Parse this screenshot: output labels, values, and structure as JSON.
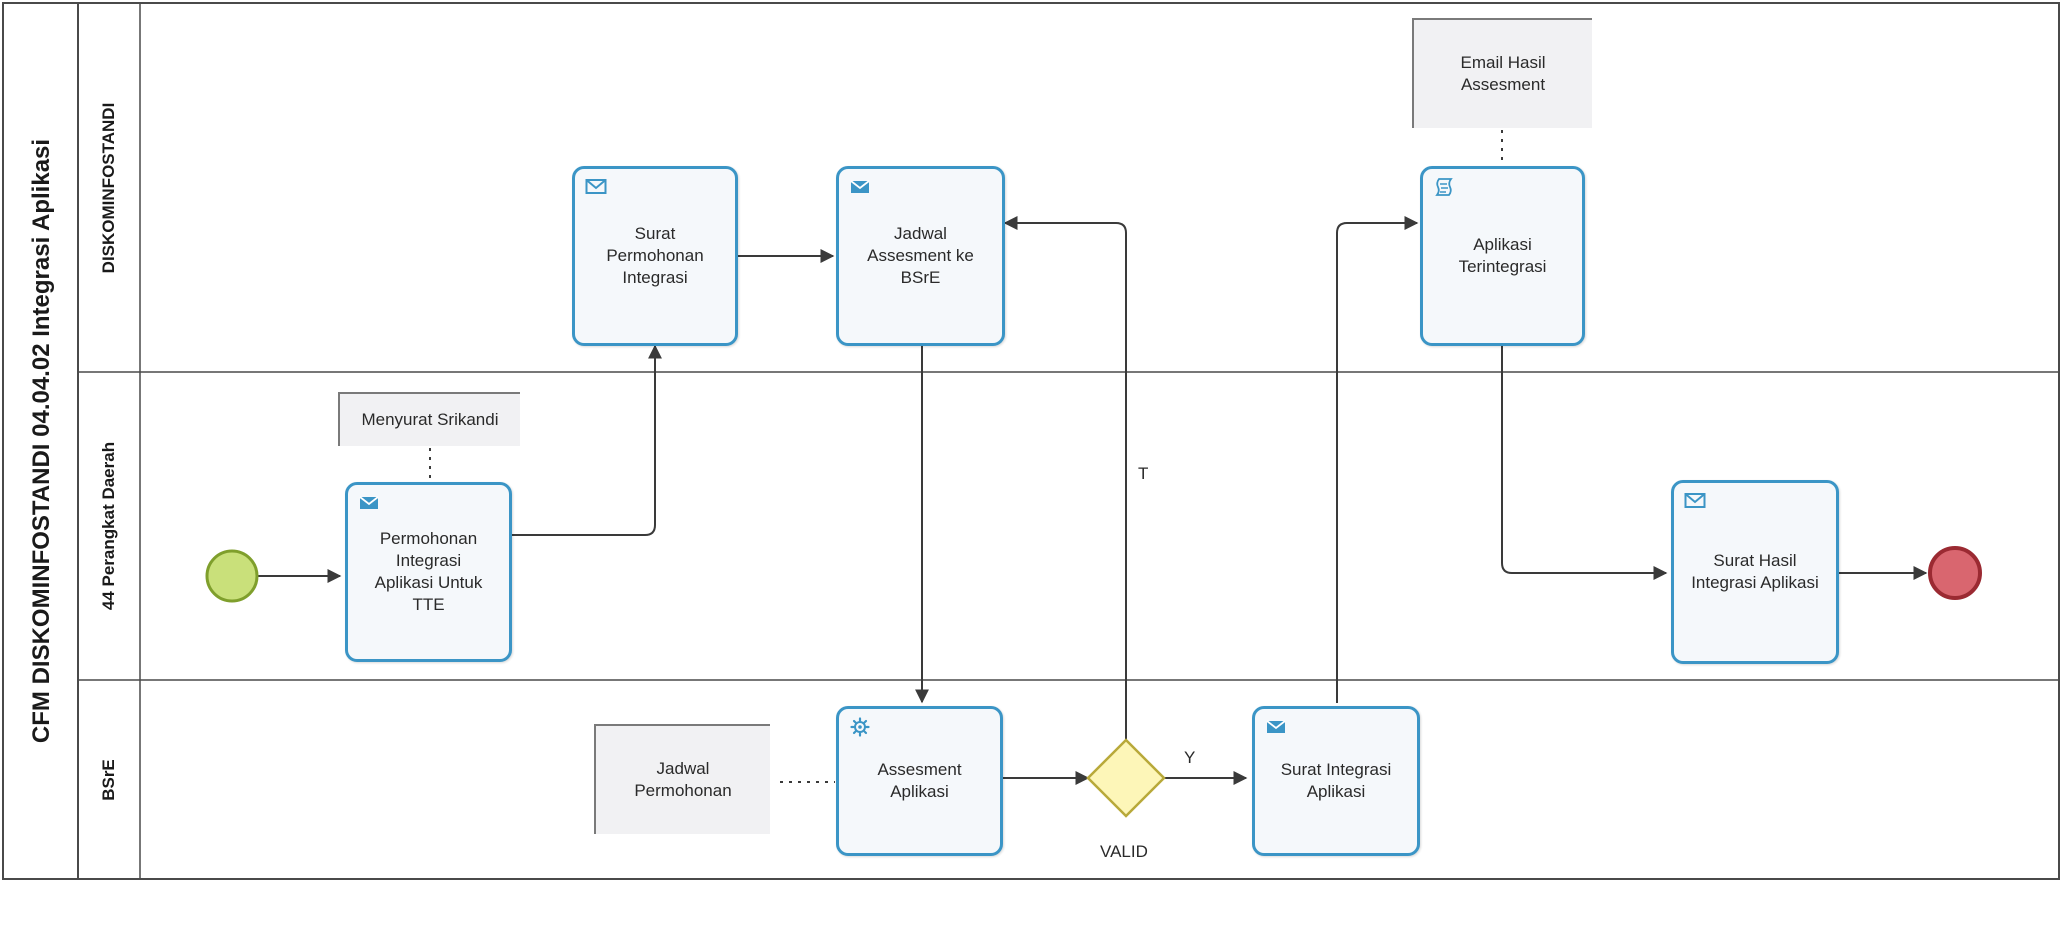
{
  "pool": {
    "title": "CFM DISKOMINFOSTANDI 04.04.02 Integrasi Aplikasi"
  },
  "lanes": [
    {
      "id": "diskominfostandi",
      "title": "DISKOMINFOSTANDI"
    },
    {
      "id": "perangkat-daerah",
      "title": "44 Perangkat Daerah"
    },
    {
      "id": "bsre",
      "title": "BSrE"
    }
  ],
  "tasks": {
    "surat_permohonan": {
      "label": "Surat\nPermohonan\nIntegrasi",
      "icon": "envelope-icon"
    },
    "jadwal_assesment": {
      "label": "Jadwal\nAssesment ke\nBSrE",
      "icon": "envelope-icon"
    },
    "aplikasi_terintegrasi": {
      "label": "Aplikasi\nTerintegrasi",
      "icon": "script-icon"
    },
    "permohonan_integrasi": {
      "label": "Permohonan\nIntegrasi\nAplikasi Untuk\nTTE",
      "icon": "envelope-icon"
    },
    "surat_hasil": {
      "label": "Surat Hasil\nIntegrasi Aplikasi",
      "icon": "envelope-icon"
    },
    "assesment_aplikasi": {
      "label": "Assesment\nAplikasi",
      "icon": "gear-icon"
    },
    "surat_integrasi": {
      "label": "Surat Integrasi\nAplikasi",
      "icon": "envelope-icon"
    }
  },
  "artifacts": {
    "email_hasil": "Email Hasil\nAssesment",
    "menyurat_srikandi": "Menyurat Srikandi",
    "jadwal_permohonan": "Jadwal\nPermohonan"
  },
  "gateway": {
    "label": "VALID"
  },
  "flow_labels": {
    "no": "T",
    "yes": "Y"
  },
  "colors": {
    "task_border": "#3b95c6",
    "start_event": "#c9e07a",
    "end_event": "#d9666f",
    "gateway": "#fdf6b8"
  }
}
